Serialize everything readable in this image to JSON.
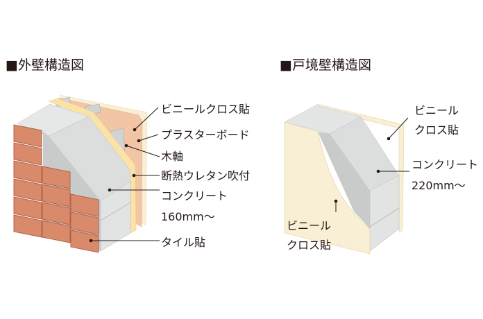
{
  "exterior_wall": {
    "title": "■外壁構造図",
    "labels": {
      "vinyl_cloth": "ビニールクロス貼",
      "plasterboard": "プラスターボード",
      "wood_frame": "木軸",
      "urethane": "断熱ウレタン吹付",
      "concrete": "コンクリート",
      "thickness": "160mm～",
      "tile": "タイル貼"
    }
  },
  "partition_wall": {
    "title": "■戸境壁構造図",
    "labels": {
      "vinyl_cloth_right_1": "ビニール",
      "vinyl_cloth_right_2": "クロス貼",
      "concrete": "コンクリート",
      "thickness": "220mm～",
      "vinyl_cloth_left_1": "ビニール",
      "vinyl_cloth_left_2": "クロス貼"
    }
  },
  "colors": {
    "brick": "#d98a6a",
    "brick_edge": "#b0614a",
    "concrete": "#dcdddd",
    "concrete_dark": "#c9caca",
    "cream": "#f8efd4",
    "pink": "#f2c6a5",
    "yellow": "#fbe3a8"
  }
}
